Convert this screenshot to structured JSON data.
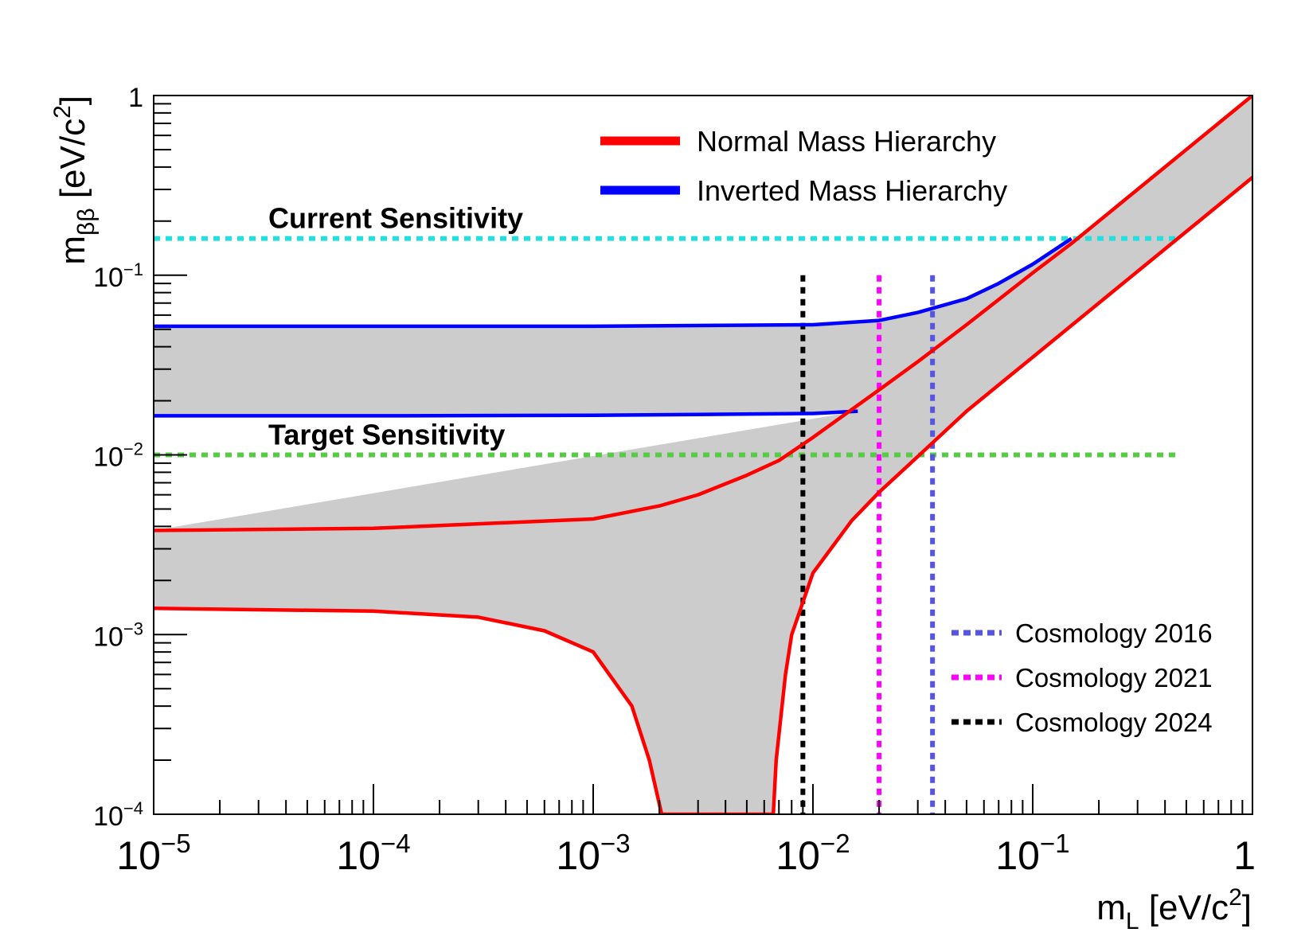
{
  "chart_data": {
    "type": "line",
    "title": "",
    "xlabel": {
      "main": "m",
      "sub": "L",
      "unit_pre": " [eV/c",
      "sup": "2",
      "unit_post": "]"
    },
    "ylabel": {
      "main": "m",
      "sub": "ββ",
      "unit_pre": " [eV/c",
      "sup": "2",
      "unit_post": "]"
    },
    "xscale": "log",
    "yscale": "log",
    "xlim": [
      1e-05,
      1
    ],
    "ylim": [
      0.0001,
      1
    ],
    "x_ticks": [
      {
        "value": 1e-05,
        "base": "10",
        "exp": "−5"
      },
      {
        "value": 0.0001,
        "base": "10",
        "exp": "−4"
      },
      {
        "value": 0.001,
        "base": "10",
        "exp": "−3"
      },
      {
        "value": 0.01,
        "base": "10",
        "exp": "−2"
      },
      {
        "value": 0.1,
        "base": "10",
        "exp": "−1"
      },
      {
        "value": 1,
        "base": "1",
        "exp": ""
      }
    ],
    "y_ticks": [
      {
        "value": 0.0001,
        "base": "10",
        "exp": "−4"
      },
      {
        "value": 0.001,
        "base": "10",
        "exp": "−3"
      },
      {
        "value": 0.01,
        "base": "10",
        "exp": "−2"
      },
      {
        "value": 0.1,
        "base": "10",
        "exp": "−1"
      },
      {
        "value": 1,
        "base": "1",
        "exp": ""
      }
    ],
    "grid": false,
    "legend_top": {
      "placement": "top-right",
      "entries": [
        {
          "label": "Normal Mass Hierarchy",
          "color": "#ff0000"
        },
        {
          "label": "Inverted Mass Hierarchy",
          "color": "#0000ff"
        }
      ]
    },
    "legend_bottom": {
      "placement": "bottom-right",
      "entries": [
        {
          "label": "Cosmology 2016",
          "color": "#5555dd"
        },
        {
          "label": "Cosmology 2021",
          "color": "#ff00ff"
        },
        {
          "label": "Cosmology 2024",
          "color": "#000000"
        }
      ]
    },
    "band_color": "#cccccc",
    "series": [
      {
        "key": "ih_upper",
        "color": "#0000ff",
        "hierarchy": "inverted",
        "points": [
          [
            1e-05,
            0.052
          ],
          [
            0.0001,
            0.052
          ],
          [
            0.001,
            0.052
          ],
          [
            0.01,
            0.053
          ],
          [
            0.02,
            0.056
          ],
          [
            0.03,
            0.062
          ],
          [
            0.05,
            0.074
          ],
          [
            0.07,
            0.09
          ],
          [
            0.1,
            0.115
          ],
          [
            0.15,
            0.16
          ]
        ]
      },
      {
        "key": "ih_lower",
        "color": "#0000ff",
        "hierarchy": "inverted",
        "points": [
          [
            1e-05,
            0.0165
          ],
          [
            0.0001,
            0.0165
          ],
          [
            0.001,
            0.0166
          ],
          [
            0.01,
            0.017
          ],
          [
            0.016,
            0.0175
          ]
        ]
      },
      {
        "key": "nh_upper",
        "color": "#ff0000",
        "hierarchy": "normal",
        "points": [
          [
            1e-05,
            0.0038
          ],
          [
            0.0001,
            0.0039
          ],
          [
            0.001,
            0.0044
          ],
          [
            0.002,
            0.0052
          ],
          [
            0.003,
            0.006
          ],
          [
            0.005,
            0.0077
          ],
          [
            0.007,
            0.0093
          ],
          [
            0.01,
            0.0125
          ],
          [
            0.02,
            0.023
          ],
          [
            0.03,
            0.033
          ],
          [
            0.05,
            0.053
          ],
          [
            0.1,
            0.103
          ],
          [
            0.15,
            0.15
          ],
          [
            0.3,
            0.3
          ],
          [
            1,
            1
          ]
        ]
      },
      {
        "key": "nh_lower",
        "color": "#ff0000",
        "hierarchy": "normal",
        "points": [
          [
            1e-05,
            0.0014
          ],
          [
            0.0001,
            0.00135
          ],
          [
            0.0003,
            0.00125
          ],
          [
            0.0006,
            0.00105
          ],
          [
            0.001,
            0.0008
          ],
          [
            0.0015,
            0.0004
          ],
          [
            0.0018,
            0.0002
          ],
          [
            0.00205,
            0.0001
          ],
          [
            0.0066,
            0.0001
          ],
          [
            0.0068,
            0.0002
          ],
          [
            0.0075,
            0.0006
          ],
          [
            0.008,
            0.001
          ],
          [
            0.01,
            0.0022
          ],
          [
            0.015,
            0.0043
          ],
          [
            0.02,
            0.0062
          ],
          [
            0.03,
            0.0098
          ],
          [
            0.05,
            0.0175
          ],
          [
            0.1,
            0.035
          ],
          [
            1,
            0.35
          ]
        ]
      }
    ],
    "horizontal_lines": [
      {
        "label": "Current Sensitivity",
        "y": 0.16,
        "xmin": 1e-05,
        "xmax": 0.45,
        "color": "#22e0e0"
      },
      {
        "label": "Target Sensitivity",
        "y": 0.01,
        "xmin": 1e-05,
        "xmax": 0.45,
        "color": "#55cc44"
      }
    ],
    "vertical_lines": [
      {
        "label": "Cosmology 2024",
        "x": 0.009,
        "color": "#000000"
      },
      {
        "label": "Cosmology 2021",
        "x": 0.02,
        "color": "#ff00ff"
      },
      {
        "label": "Cosmology 2016",
        "x": 0.035,
        "color": "#5555dd"
      }
    ]
  }
}
